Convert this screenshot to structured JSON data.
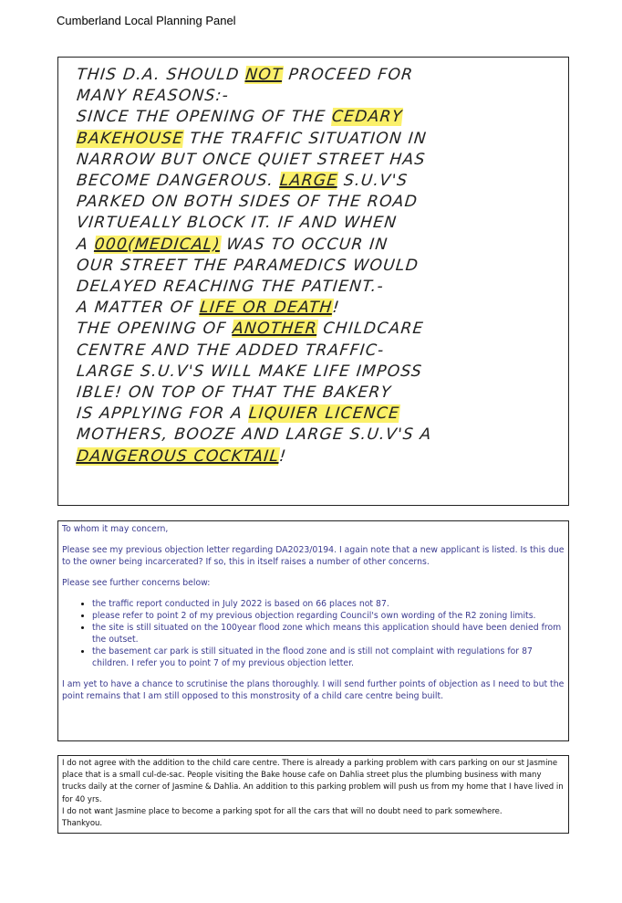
{
  "header": {
    "title": "Cumberland Local Planning Panel"
  },
  "handwritten": {
    "lines": [
      [
        {
          "t": "THIS D.A. SHOULD "
        },
        {
          "t": "NOT",
          "s": "hl ul"
        },
        {
          "t": " PROCEED FOR"
        }
      ],
      [
        {
          "t": "MANY REASONS:-"
        }
      ],
      [
        {
          "t": "SINCE THE OPENING OF THE "
        },
        {
          "t": "CEDARY",
          "s": "hl"
        }
      ],
      [
        {
          "t": "BAKEHOUSE",
          "s": "hl"
        },
        {
          "t": " THE TRAFFIC SITUATION IN"
        }
      ],
      [
        {
          "t": "NARROW BUT ONCE QUIET STREET HAS"
        }
      ],
      [
        {
          "t": "BECOME DANGEROUS. "
        },
        {
          "t": "LARGE",
          "s": "hl ul"
        },
        {
          "t": " S.U.V's"
        }
      ],
      [
        {
          "t": "PARKED ON BOTH SIDES OF THE ROAD"
        }
      ],
      [
        {
          "t": "VIRTUEALLY BLOCK IT. IF AND WHEN"
        }
      ],
      [
        {
          "t": "A "
        },
        {
          "t": "000(MEDICAL)",
          "s": "hl ul"
        },
        {
          "t": " WAS TO OCCUR IN"
        }
      ],
      [
        {
          "t": "OUR STREET THE PARAMEDICS WOULD"
        }
      ],
      [
        {
          "t": "DELAYED REACHING THE PATIENT.-"
        }
      ],
      [
        {
          "t": "A MATTER OF "
        },
        {
          "t": "LIFE OR DEATH",
          "s": "hl ul"
        },
        {
          "t": "!"
        }
      ],
      [
        {
          "t": "THE OPENING OF "
        },
        {
          "t": "ANOTHER",
          "s": "hl ul"
        },
        {
          "t": " CHILDCARE"
        }
      ],
      [
        {
          "t": "CENTRE AND THE ADDED TRAFFIC-"
        }
      ],
      [
        {
          "t": "LARGE S.U.V's WILL MAKE LIFE IMPOSS"
        }
      ],
      [
        {
          "t": "IBLE! ON TOP OF THAT THE BAKERY"
        }
      ],
      [
        {
          "t": "IS APPLYING FOR A "
        },
        {
          "t": "LIQUIER LICENCE",
          "s": "hl"
        }
      ],
      [
        {
          "t": "MOTHERS, BOOZE AND LARGE S.U.V's A"
        }
      ],
      [
        {
          "t": "DANGEROUS COCKTAIL",
          "s": "hl ul"
        },
        {
          "t": "!"
        }
      ]
    ]
  },
  "letter": {
    "greeting": "To whom it may concern,",
    "para1": "Please see my previous objection letter regarding DA2023/0194. I again note that a new applicant is listed. Is this due to the owner being incarcerated? If so, this in itself raises a number of other concerns.",
    "para2": "Please see further concerns below:",
    "bullets": [
      "the traffic report conducted in July 2022 is based on 66 places not 87.",
      "please refer to point 2 of my previous objection regarding Council's own wording of the R2 zoning limits.",
      "the site is still situated on the 100year flood zone which means this application should have been denied from the outset.",
      "the basement car park is still situated in the flood zone and is still not complaint with regulations for 87 children. I refer you to point 7 of my previous objection letter."
    ],
    "para3": "I am yet to have a chance to scrutinise the plans thoroughly. I will send further points of objection as I need to but the point remains that I am still opposed to this monstrosity of a child care centre being built."
  },
  "note": {
    "para1": "I do not agree with the addition to the child care centre. There is already a parking problem with cars parking on our st Jasmine place that is a small cul-de-sac. People visiting the Bake house cafe on Dahlia street plus the plumbing business with many trucks daily at the corner of Jasmine & Dahlia. An addition to this parking problem will push us from my home that I have lived in for 40 yrs.",
    "para2": "I do not want Jasmine place to become a parking spot for all the cars that will no doubt need to park somewhere.",
    "signoff": "Thankyou."
  },
  "colors": {
    "highlight": "#fbf06a",
    "letter_text": "#3b3b8f"
  }
}
